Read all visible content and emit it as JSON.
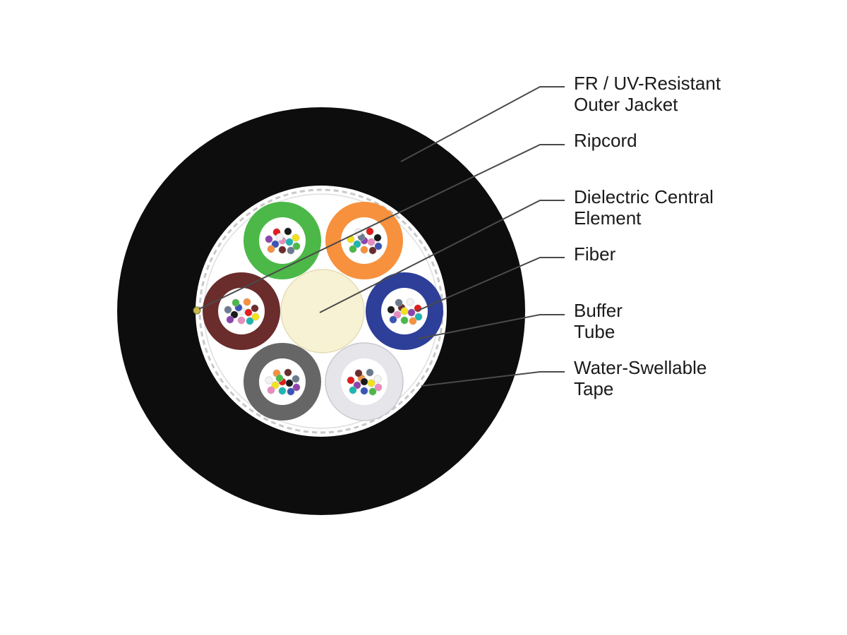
{
  "labels": {
    "jacket": [
      "FR / UV-Resistant",
      "Outer Jacket"
    ],
    "ripcord": [
      "Ripcord"
    ],
    "central_element": [
      "Dielectric Central",
      "Element"
    ],
    "fiber": [
      "Fiber"
    ],
    "buffer_tube": [
      "Buffer",
      "Tube"
    ],
    "tape": [
      "Water-Swellable",
      "Tape"
    ]
  },
  "colors": {
    "jacket": "#0d0d0d",
    "tape": "#ffffff",
    "central_element": "#f7f2d3",
    "tubes": [
      "#4cb848",
      "#f7913d",
      "#2e3f99",
      "#e6e6ea",
      "#666666",
      "#6b2c2c"
    ],
    "fibers": [
      "#e21c1c",
      "#1a1a1a",
      "#f2e21a",
      "#8e44ad",
      "#e98bc0",
      "#1fb5b0",
      "#3a55b5",
      "#4cb848",
      "#f7913d",
      "#6b2c2c",
      "#6b7a8f",
      "#f2f2f2"
    ]
  },
  "structure": {
    "buffer_tube_count": 6,
    "fibers_per_tube": 12
  }
}
